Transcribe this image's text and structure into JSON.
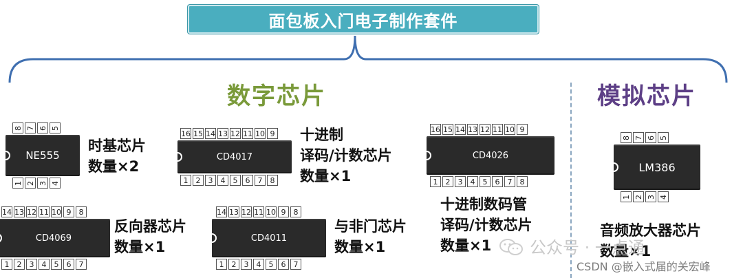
{
  "title": "面包板入门电子制作套件",
  "sections": {
    "digital": "数字芯片",
    "analog": "模拟芯片"
  },
  "chips": [
    {
      "name": "NE555",
      "top_pins": [
        "8",
        "7",
        "6",
        "5"
      ],
      "bottom_pins": [
        "1",
        "2",
        "3",
        "4"
      ],
      "desc": [
        "时基芯片",
        "数量×2"
      ]
    },
    {
      "name": "CD4017",
      "top_pins": [
        "16",
        "15",
        "14",
        "13",
        "12",
        "11",
        "10",
        "9"
      ],
      "bottom_pins": [
        "1",
        "2",
        "3",
        "4",
        "5",
        "6",
        "7",
        "8"
      ],
      "desc": [
        "十进制",
        "译码/计数芯片",
        "数量×1"
      ]
    },
    {
      "name": "CD4026",
      "top_pins": [
        "16",
        "15",
        "14",
        "13",
        "12",
        "11",
        "10",
        "9"
      ],
      "bottom_pins": [
        "1",
        "2",
        "3",
        "4",
        "5",
        "6",
        "7",
        "8"
      ],
      "desc": [
        "十进制数码管",
        "译码/计数芯片",
        "数量×1"
      ]
    },
    {
      "name": "CD4069",
      "top_pins": [
        "14",
        "13",
        "12",
        "11",
        "10",
        "9",
        "8"
      ],
      "bottom_pins": [
        "1",
        "2",
        "3",
        "4",
        "5",
        "6",
        "7"
      ],
      "desc": [
        "反向器芯片",
        "数量×1"
      ]
    },
    {
      "name": "CD4011",
      "top_pins": [
        "14",
        "13",
        "12",
        "11",
        "10",
        "9",
        "8"
      ],
      "bottom_pins": [
        "1",
        "2",
        "3",
        "4",
        "5",
        "6",
        "7"
      ],
      "desc": [
        "与非门芯片",
        "数量×1"
      ]
    },
    {
      "name": "LM386",
      "top_pins": [
        "8",
        "7",
        "6",
        "5"
      ],
      "bottom_pins": [
        "1",
        "2",
        "3",
        "4"
      ],
      "desc": [
        "音频放大器芯片",
        "数量×1"
      ]
    }
  ],
  "watermark": {
    "wechat": "公众号 · 一点通",
    "csdn": "CSDN @嵌入式届的关宏峰"
  },
  "colors": {
    "title_bg": "#4aaebf",
    "digital": "#7a9a3a",
    "analog": "#5d3f86",
    "brace": "#3f6fb0"
  }
}
